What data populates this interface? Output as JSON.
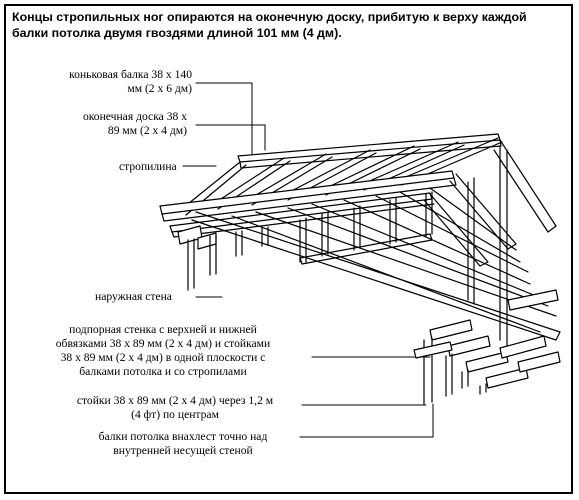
{
  "heading": {
    "line1": "Концы стропильных ног опираются на оконечную доску, прибитую к верху каждой",
    "line2": "балки потолка двумя гвоздями длиной 101 мм (4 дм)."
  },
  "labels": {
    "ridge": [
      "коньковая балка 38 х 140",
      "мм (2 х 6 дм)"
    ],
    "end_board": [
      "оконечная доска 38 х",
      "89 мм (2 х 4 дм)"
    ],
    "rafter": [
      "стропилина"
    ],
    "outer_wall": [
      "наружная стена"
    ],
    "support_wall": [
      "подпорная стенка с верхней и нижней",
      "обвязками 38 х 89 мм (2 х 4 дм) и стойками",
      "38 х 89 мм (2 х 4 дм) в одной плоскости с",
      "балками потолка и со стропилами"
    ],
    "studs": [
      "стойки 38 х 89 мм (2 х 4 дм) через 1,2 м",
      "(4 фт) по центрам"
    ],
    "ceiling_joists": [
      "балки потолка внахлест точно над",
      "внутренней несущей стеной"
    ]
  }
}
